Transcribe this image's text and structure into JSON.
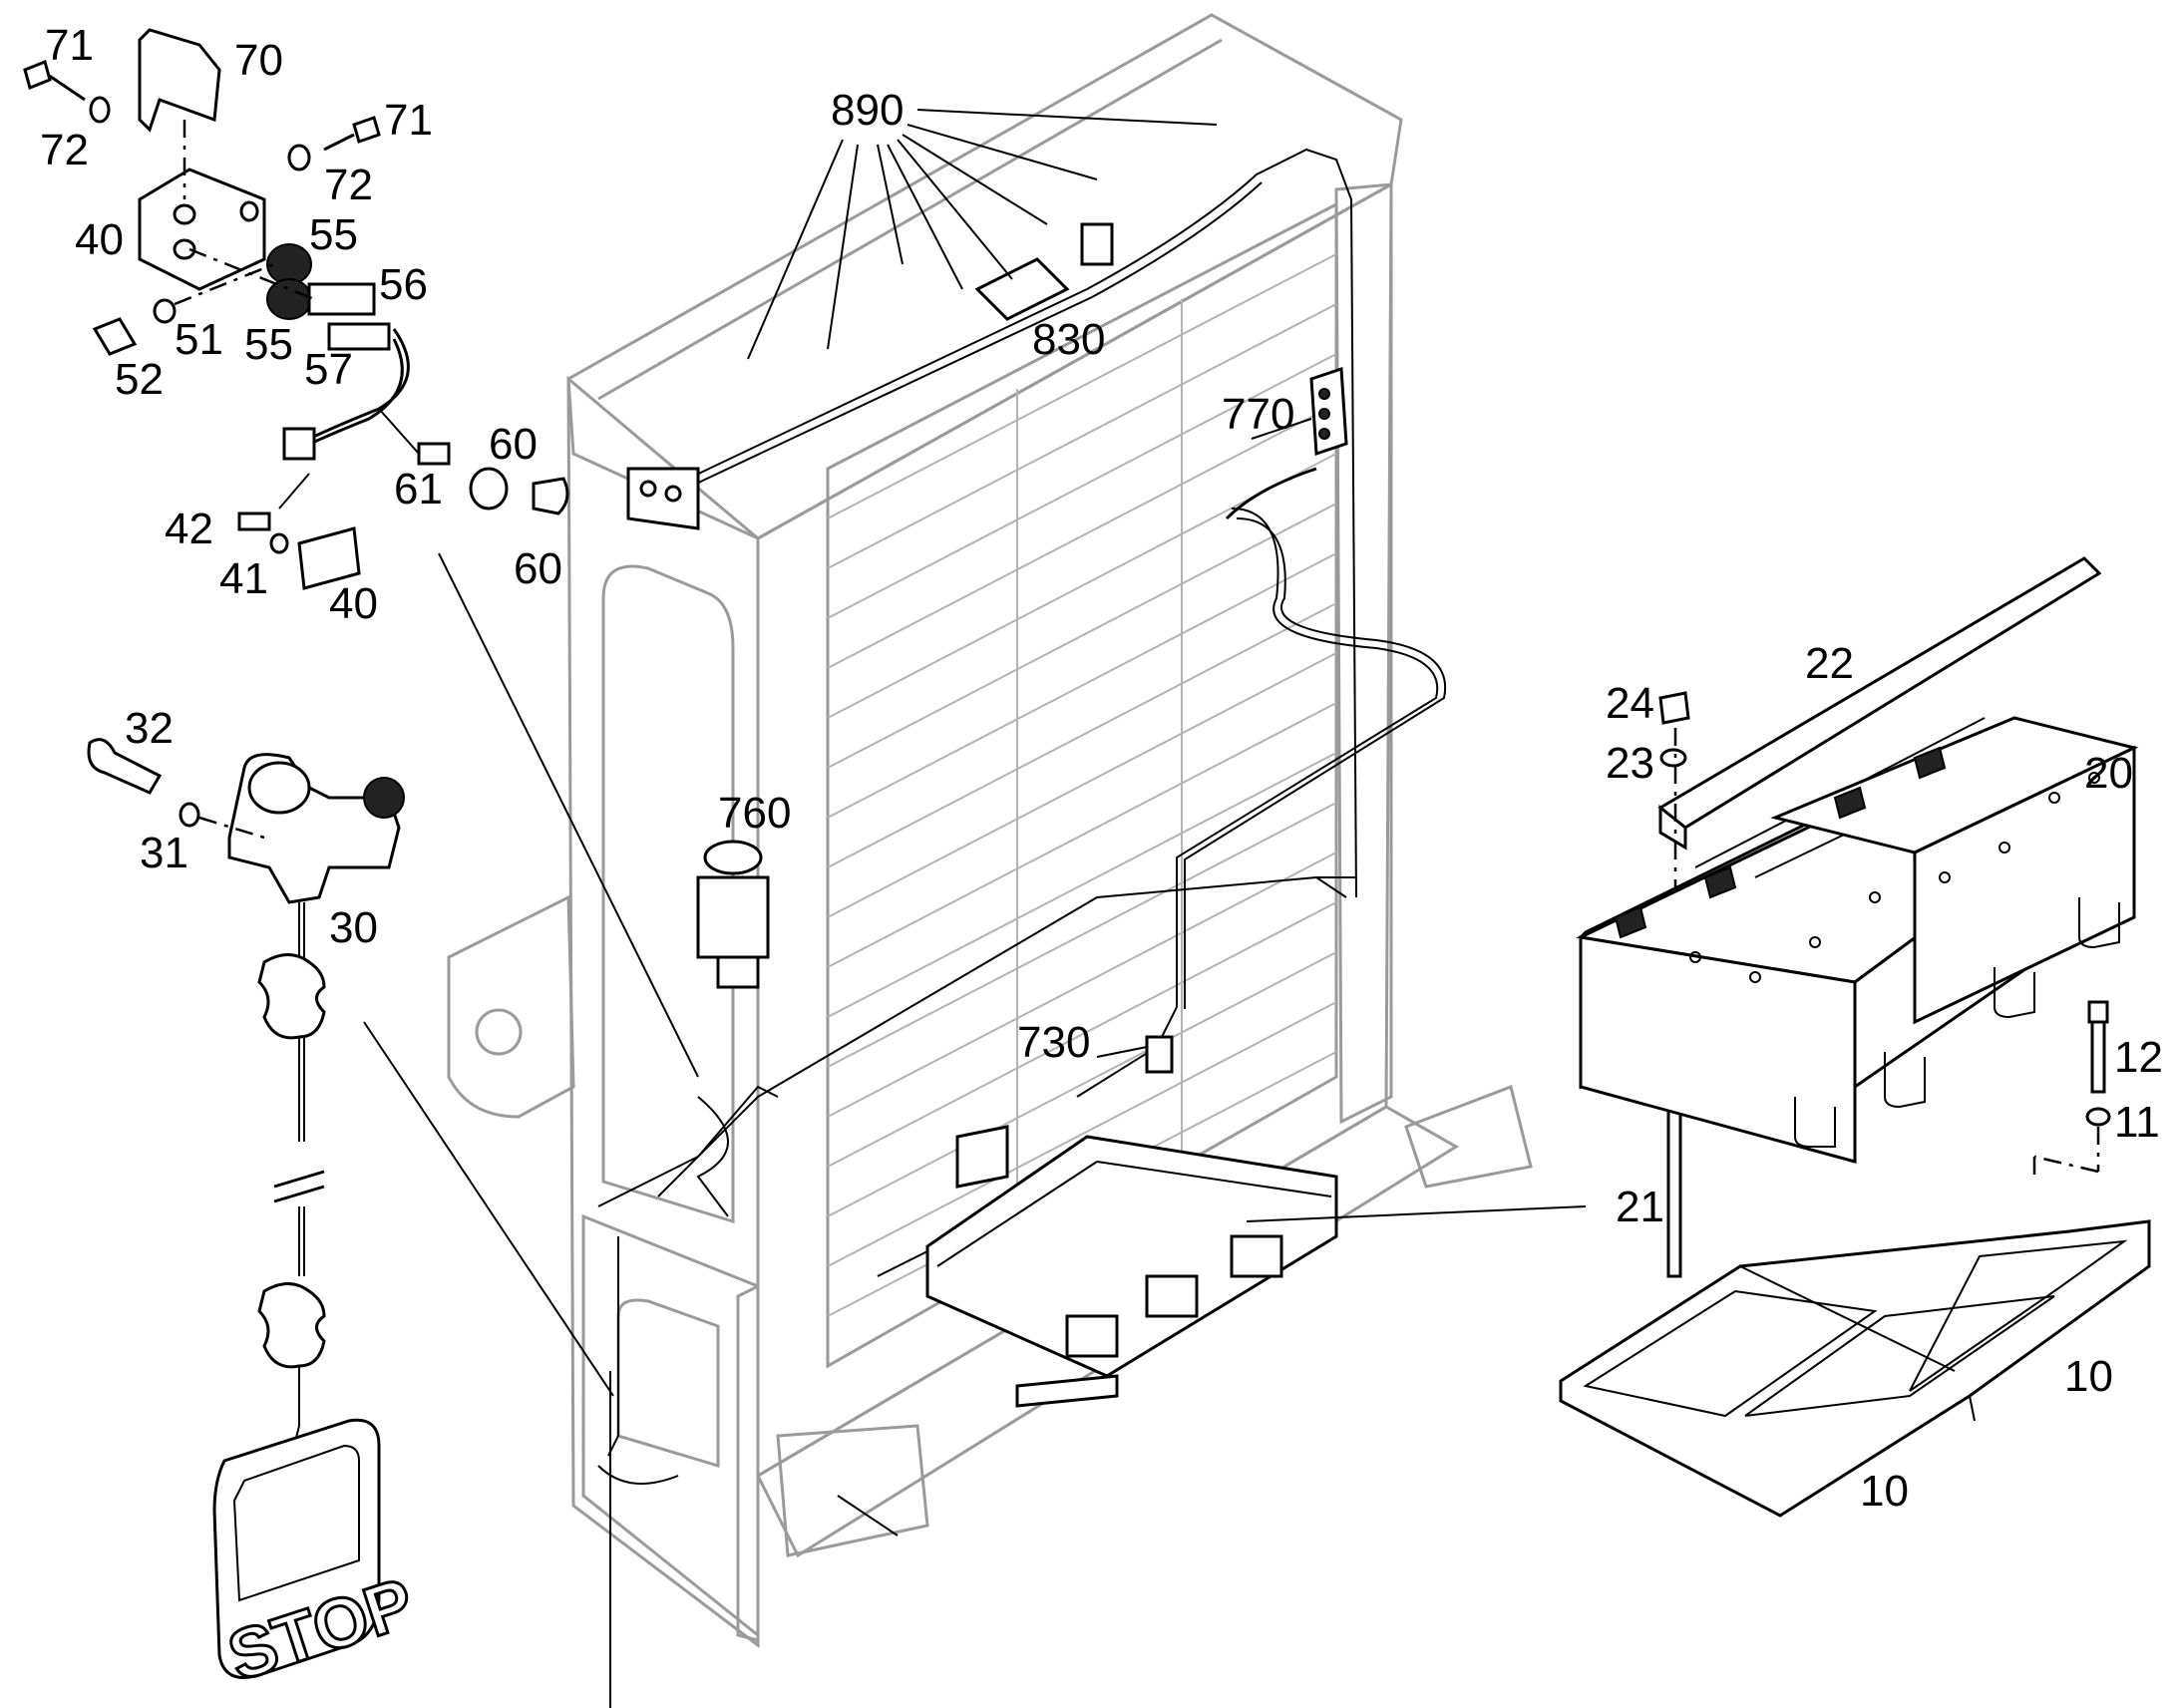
{
  "stop_sign_text": "STOP",
  "callouts": {
    "c71a": "71",
    "c70": "70",
    "c72a": "72",
    "c71b": "71",
    "c72b": "72",
    "c40a": "40",
    "c55a": "55",
    "c56": "56",
    "c55b": "55",
    "c51": "51",
    "c52": "52",
    "c57": "57",
    "c60a": "60",
    "c61": "61",
    "c60b": "60",
    "c42": "42",
    "c41": "41",
    "c40b": "40",
    "c890": "890",
    "c830": "830",
    "c770": "770",
    "c760": "760",
    "c730": "730",
    "c32": "32",
    "c31": "31",
    "c30": "30",
    "c22": "22",
    "c24": "24",
    "c23": "23",
    "c20": "20",
    "c12": "12",
    "c11": "11",
    "c21": "21",
    "c10a": "10",
    "c10b": "10"
  }
}
